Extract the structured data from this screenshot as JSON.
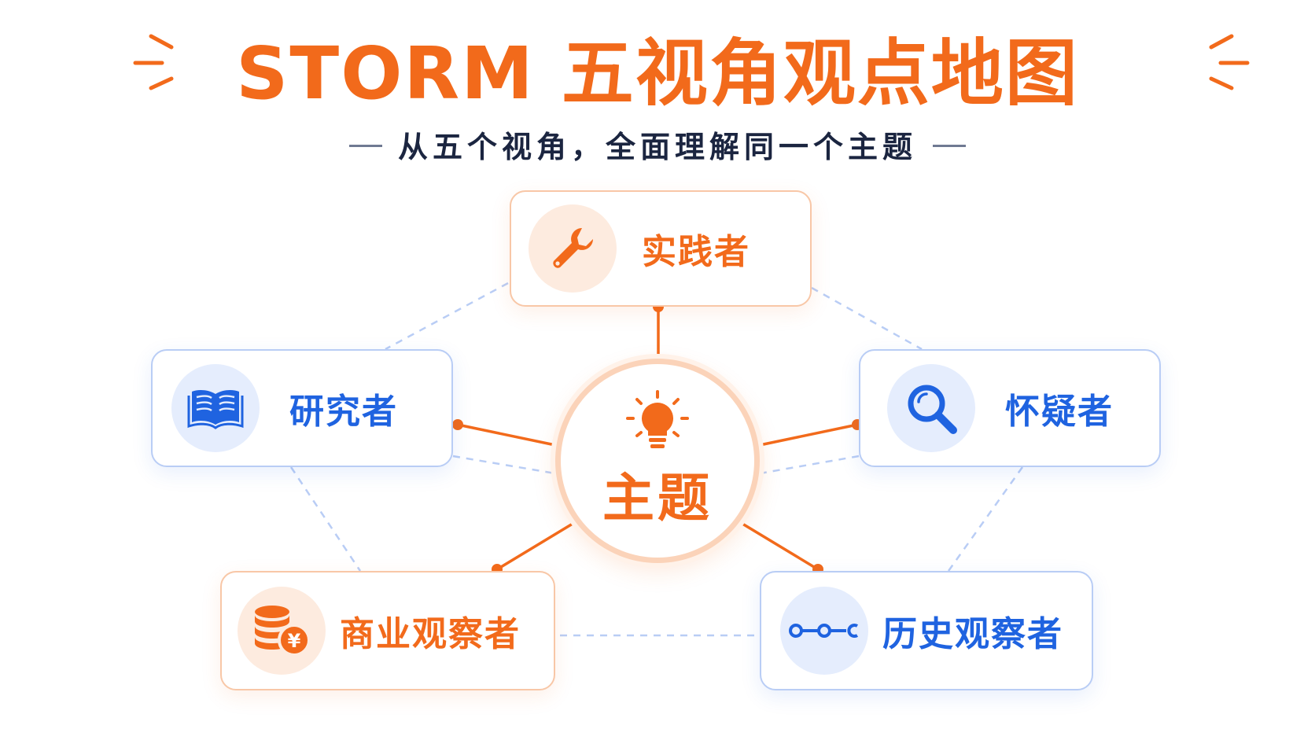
{
  "title": "STORM 五视角观点地图",
  "subtitle": "从五个视角，全面理解同一个主题",
  "center": {
    "label": "主题",
    "icon": "lightbulb-icon"
  },
  "perspectives": {
    "practitioner": {
      "label": "实践者",
      "icon": "wrench-icon",
      "color": "#f26a1b"
    },
    "researcher": {
      "label": "研究者",
      "icon": "book-icon",
      "color": "#1f63e0"
    },
    "skeptic": {
      "label": "怀疑者",
      "icon": "magnifier-icon",
      "color": "#1f63e0"
    },
    "business": {
      "label": "商业观察者",
      "icon": "coins-yen-icon",
      "color": "#f26a1b"
    },
    "history": {
      "label": "历史观察者",
      "icon": "timeline-icon",
      "color": "#1f63e0"
    }
  },
  "colors": {
    "orange": "#f26a1b",
    "blue": "#1f63e0",
    "dashed_line": "#b9cdf5"
  }
}
